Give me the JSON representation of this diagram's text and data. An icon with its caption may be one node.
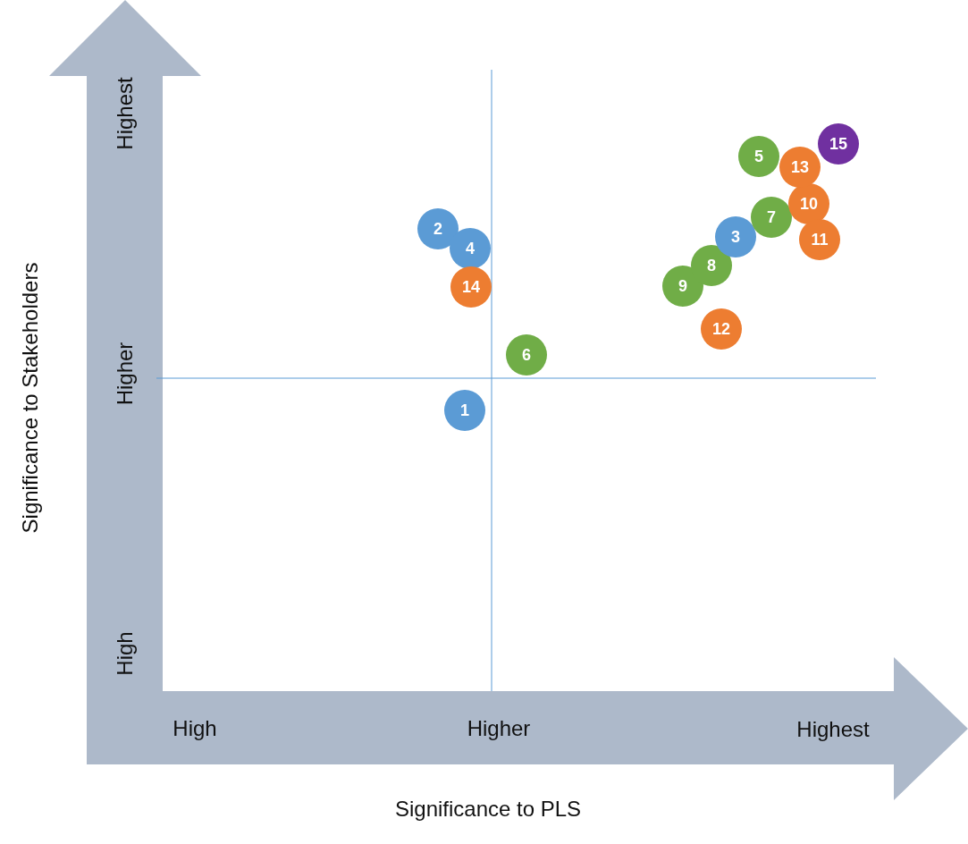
{
  "diagram": {
    "nodes": [
      {
        "text": [
          "15"
        ]
      },
      {
        "text": [
          "5"
        ]
      },
      {
        "text": [
          "13"
        ]
      },
      {
        "text": [
          "10"
        ]
      },
      {
        "text": [
          "7"
        ]
      },
      {
        "text": [
          "2"
        ]
      },
      {
        "text": [
          "3"
        ]
      },
      {
        "text": [
          "11"
        ]
      },
      {
        "text": [
          "4"
        ]
      },
      {
        "text": [
          "8"
        ]
      },
      {
        "text": [
          "9"
        ]
      },
      {
        "text": [
          "14"
        ]
      },
      {
        "text": [
          "12"
        ]
      },
      {
        "text": [
          "6"
        ]
      },
      {
        "text": [
          "1"
        ]
      }
    ],
    "labels": [
      "Highest",
      "Higher",
      "High",
      "Significance to Stakeholders",
      "High",
      "Higher",
      "Highest",
      "Significance to PLS"
    ]
  }
}
